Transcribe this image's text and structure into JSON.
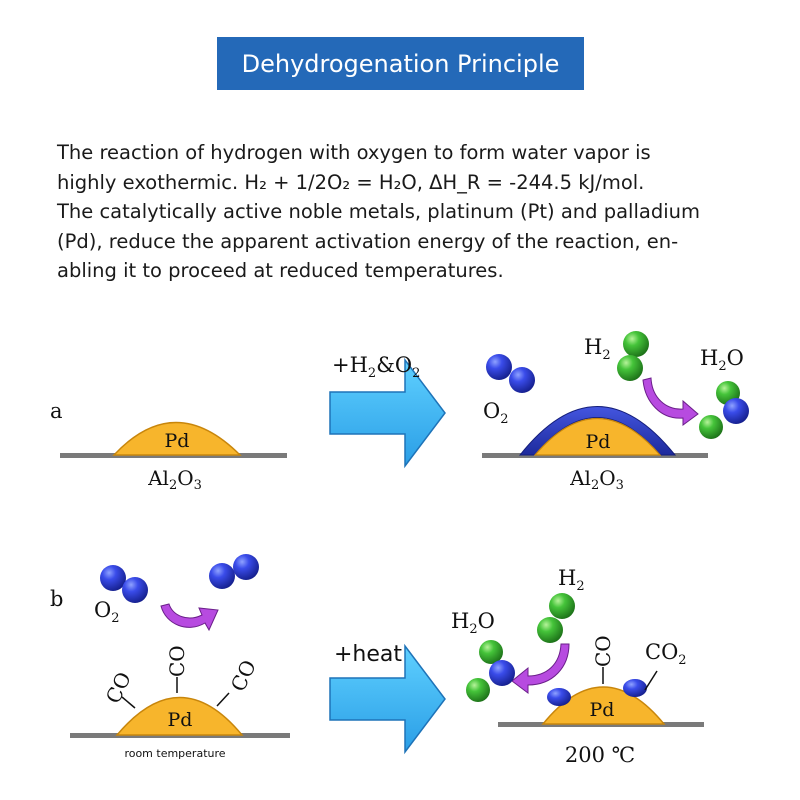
{
  "header": {
    "title": "Dehydrogenation Principle"
  },
  "description": {
    "lines": [
      "The reaction of hydrogen with oxygen to form water vapor is",
      "highly exothermic. H₂ + 1/2O₂ = H₂O, ΔH_R = -244.5 kJ/mol.",
      "The catalytically active noble metals, platinum (Pt) and palladium",
      "(Pd), reduce the apparent activation energy of the reaction, en-",
      "abling it to proceed at reduced temperatures."
    ]
  },
  "panel_a": {
    "label": "a",
    "metal": "Pd",
    "support": "Al",
    "support_sub1": "2",
    "support_o": "O",
    "support_sub2": "3",
    "arrow_label": "+H",
    "arrow_sub1": "2",
    "arrow_mid": "&O",
    "arrow_sub2": "2",
    "o2": "O",
    "o2_sub": "2",
    "h2": "H",
    "h2_sub": "2",
    "h2o": "H",
    "h2o_sub": "2",
    "h2o_o": "O"
  },
  "panel_b": {
    "label": "b",
    "metal": "Pd",
    "o2": "O",
    "o2_sub": "2",
    "co": "CO",
    "co2": "CO",
    "co2_sub": "2",
    "h2": "H",
    "h2_sub": "2",
    "h2o": "H",
    "h2o_sub": "2",
    "h2o_o": "O",
    "arrow_label": "+heat",
    "left_condition": "room temperature",
    "right_condition": "200 ℃"
  },
  "colors": {
    "title_bg": "#2469b8",
    "pd_fill": "#f7b52c",
    "pd_stroke": "#c8860c",
    "substrate": "#7a7a7a",
    "arrow_fill": "#3fb5ee",
    "arrow_stroke": "#1e73b8",
    "oxygen": "#2f3fd0",
    "hydrogen": "#38b82f",
    "curved_arrow": "#b74be0",
    "layer": "#2e3fc4"
  }
}
